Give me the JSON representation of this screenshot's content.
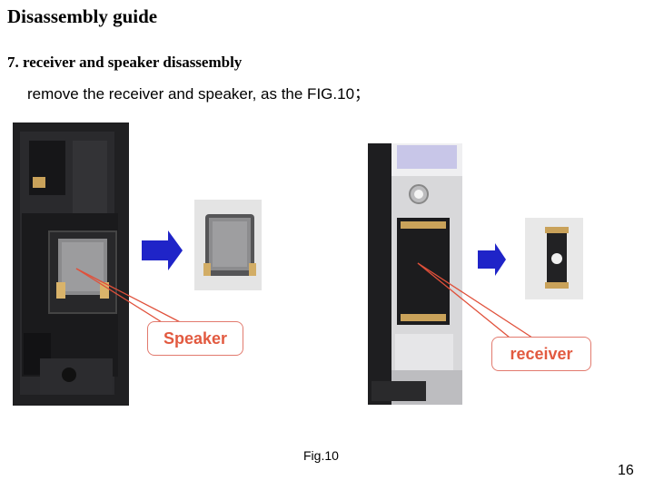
{
  "page": {
    "title": "Disassembly guide",
    "subtitle": "7. receiver  and  speaker disassembly",
    "instruction": "remove the receiver and speaker, as the FIG.10；",
    "figure_caption": "Fig.10",
    "page_number": "16"
  },
  "labels": {
    "speaker": "Speaker",
    "receiver": "receiver"
  },
  "colors": {
    "arrow": "#1f24c8",
    "callout_line": "#e0503a",
    "label_text": "#e25a40",
    "label_border": "#e27a6e"
  }
}
